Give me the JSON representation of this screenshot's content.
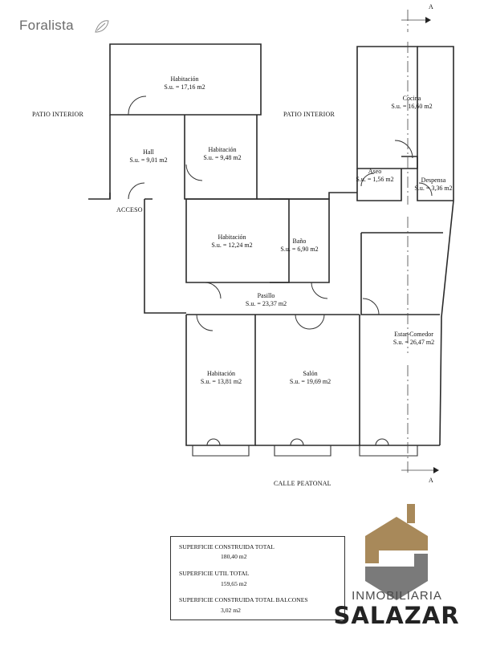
{
  "brand": {
    "name": "Foralista"
  },
  "plan": {
    "rooms": [
      {
        "id": "habitacion-1",
        "name": "Habitación",
        "area": "S.u. = 17,16 m2"
      },
      {
        "id": "hall",
        "name": "Hall",
        "area": "S.u. = 9,01 m2"
      },
      {
        "id": "habitacion-2",
        "name": "Habitación",
        "area": "S.u. = 9,48 m2"
      },
      {
        "id": "cocina",
        "name": "Cocina",
        "area": "S.u. = 16,60 m2"
      },
      {
        "id": "aseo",
        "name": "Aseo",
        "area": "S.u. = 1,56 m2"
      },
      {
        "id": "despensa",
        "name": "Despensa",
        "area": "S.u. = 3,36 m2"
      },
      {
        "id": "habitacion-3",
        "name": "Habitación",
        "area": "S.u. = 12,24 m2"
      },
      {
        "id": "bano",
        "name": "Baño",
        "area": "S.u. = 6,90 m2"
      },
      {
        "id": "pasillo",
        "name": "Pasillo",
        "area": "S.u. = 23,37 m2"
      },
      {
        "id": "estar-comedor",
        "name": "Estar-Comedor",
        "area": "S.u. = 26,47 m2"
      },
      {
        "id": "habitacion-4",
        "name": "Habitación",
        "area": "S.u. = 13,81 m2"
      },
      {
        "id": "salon",
        "name": "Salón",
        "area": "S.u. = 19,69 m2"
      }
    ],
    "notes": {
      "patio_left": "PATIO INTERIOR",
      "patio_right": "PATIO INTERIOR",
      "acceso": "ACCESO",
      "calle": "CALLE PEATONAL",
      "section_top": "A",
      "section_bottom": "A"
    }
  },
  "summary": {
    "rows": [
      {
        "label": "SUPERFICIE CONSTRUIDA TOTAL",
        "value": "180,40 m2"
      },
      {
        "label": "SUPERFICIE UTIL TOTAL",
        "value": "159,65 m2"
      },
      {
        "label": "SUPERFICIE CONSTRUIDA TOTAL BALCONES",
        "value": "3,02 m2"
      }
    ]
  },
  "logo": {
    "line1": "INMOBILIARIA",
    "line2": "SALAZAR",
    "colors": {
      "gold": "#a8895a",
      "gray": "#7a7a7a"
    }
  }
}
